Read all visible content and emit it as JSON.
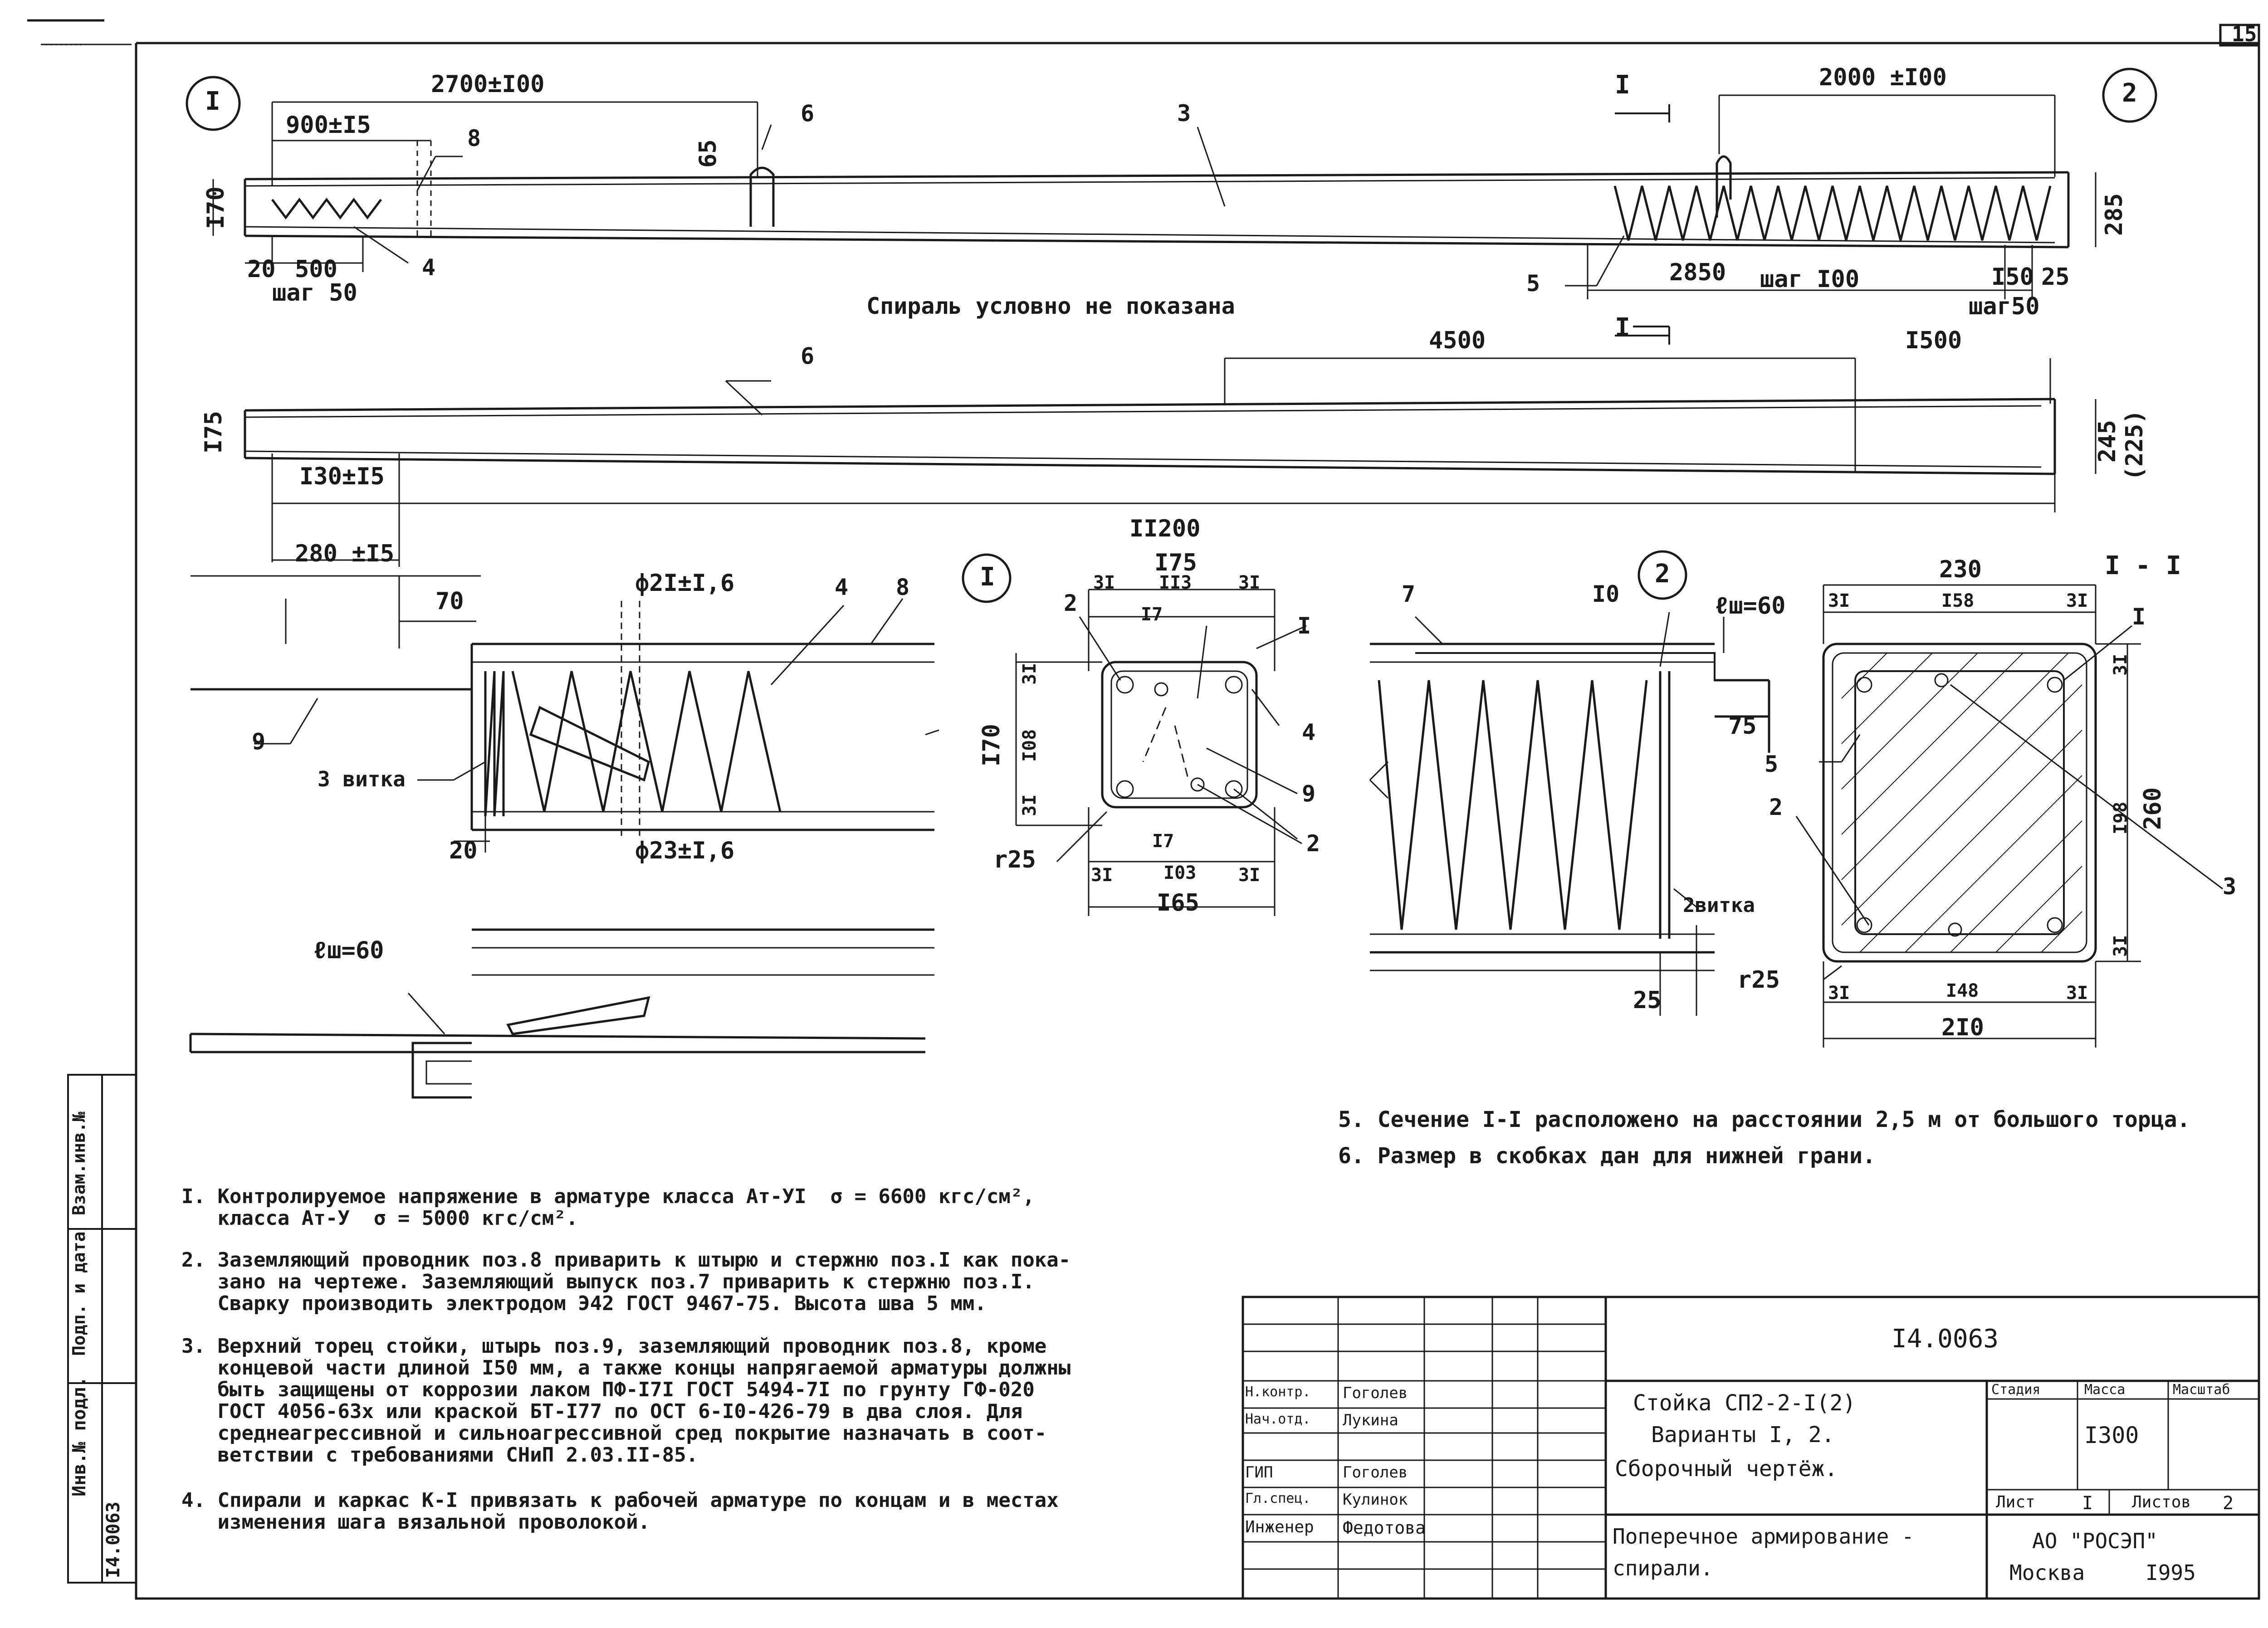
{
  "sheet_no": "15",
  "top_left_stamp": "~~~~~~~~",
  "view_top": {
    "circle_left": "I",
    "circle_right": "2",
    "dims": {
      "d2700": "2700±I00",
      "d900": "900±I5",
      "d65": "65",
      "d170": "I70",
      "d20": "20",
      "d500": "500",
      "shag50": "шаг 50",
      "d2000": "2000 ±I00",
      "d2850": "2850",
      "shag100": "шаг I00",
      "d150": "I50",
      "d25": "25",
      "shag50b": "шаг50",
      "d285": "285",
      "sec": "I"
    },
    "pos": {
      "p8": "8",
      "p6": "6",
      "p3": "3",
      "p4": "4",
      "p5": "5"
    },
    "caption": "Спираль условно не показана"
  },
  "view_mid": {
    "dims": {
      "d4500": "4500",
      "d1500": "I500",
      "d175": "I75",
      "d130": "I30±I5",
      "d280": "280 ±I5",
      "d11200": "II200",
      "d245": "245",
      "d225": "(225)",
      "sec": "I"
    },
    "pos": {
      "p6": "6"
    }
  },
  "detail_1": {
    "circle": "I",
    "dims": {
      "d70": "70",
      "d21": "ф2I±I,6",
      "d23": "ф23±I,6",
      "d20": "20"
    },
    "pos": {
      "p4": "4",
      "p8": "8",
      "p9": "9"
    },
    "turns": "3 витка"
  },
  "detail_1b": {
    "lw": "ℓш=60"
  },
  "section_1": {
    "dims": {
      "top": "I75",
      "t31a": "3I",
      "t113": "II3",
      "t31b": "3I",
      "t17": "I7",
      "l31": "3I",
      "l108": "I08",
      "l31b": "3I",
      "l170": "I70",
      "b17": "I7",
      "b31a": "3I",
      "b103": "I03",
      "b31b": "3I",
      "b165": "I65",
      "r25": "r25"
    },
    "pos": {
      "p1": "I",
      "p2": "2",
      "p4": "4",
      "p9": "9",
      "p2b": "2"
    }
  },
  "detail_2": {
    "circle": "2",
    "dims": {
      "lw": "ℓш=60",
      "d75": "75",
      "d25": "25"
    },
    "pos": {
      "p7": "7",
      "p10": "I0"
    },
    "turns": "2витка"
  },
  "section_I": {
    "title": "I - I",
    "dims": {
      "top": "230",
      "t31a": "3I",
      "t158": "I58",
      "t31b": "3I",
      "r31a": "3I",
      "r198": "I98",
      "r31b": "3I",
      "r260": "260",
      "b31a": "3I",
      "b148": "I48",
      "b31b": "3I",
      "b210": "2I0",
      "r25": "r25"
    },
    "pos": {
      "p1": "I",
      "p5": "5",
      "p2": "2",
      "p3": "3"
    }
  },
  "notes_right": [
    "5. Сечение I-I расположено на расстоянии 2,5 м от большого торца.",
    "6. Размер в скобках дан для нижней грани."
  ],
  "notes_left": [
    "I. Контролируемое напряжение в арматуре класса Ат-УI  σ = 6600 кгс/см²,\n   класса Ат-У  σ = 5000 кгс/см².",
    "2. Заземляющий проводник поз.8 приварить к штырю и стержню поз.I как пока-\n   зано на чертеже. Заземляющий выпуск поз.7 приварить к стержню поз.I.\n   Сварку производить электродом Э42 ГОСТ 9467-75. Высота шва 5 мм.",
    "3. Верхний торец стойки, штырь поз.9, заземляющий проводник поз.8, кроме\n   концевой части длиной I50 мм, а также концы напрягаемой арматуры должны\n   быть защищены от коррозии лаком ПФ-I7I ГОСТ 5494-7I по грунту ГФ-020\n   ГОСТ 4056-63х или краской БТ-I77 по ОСТ 6-I0-426-79 в два слоя. Для\n   среднеагрессивной и сильноагрессивной сред покрытие назначать в соот-\n   ветствии с требованиями СНиП 2.03.II-85.",
    "4. Спирали и каркас К-I привязать к рабочей арматуре по концам и в местах\n   изменения шага вязальной проволокой."
  ],
  "side_stamp": {
    "inv_podl": "Инв.№ подл.",
    "podp_data": "Подп. и дата",
    "vzam_inv": "Взам.инв.№",
    "code": "I4.0063"
  },
  "title_block": {
    "code": "I4.0063",
    "name_line1": "Стойка СП2-2-I(2)",
    "name_line2": "Варианты I, 2.",
    "name_line3": "Сборочный чертёж.",
    "stage_h": "Стадия",
    "mass_h": "Масса",
    "scale_h": "Масштаб",
    "mass_v": "I300",
    "sheet_l": "Лист",
    "sheet_v": "I",
    "sheets_l": "Листов",
    "sheets_v": "2",
    "roles": [
      "Н.контр.",
      "Нач.отд.",
      "ГИП",
      "Гл.спец.",
      "Инженер"
    ],
    "names": [
      "Гоголев",
      "Лукина",
      "Гоголев",
      "Кулинок",
      "Федотова"
    ],
    "subtitle1": "Поперечное армирование -",
    "subtitle2": "спирали.",
    "org1": "АО \"РОСЭП\"",
    "org2": "Москва",
    "year": "I995"
  }
}
